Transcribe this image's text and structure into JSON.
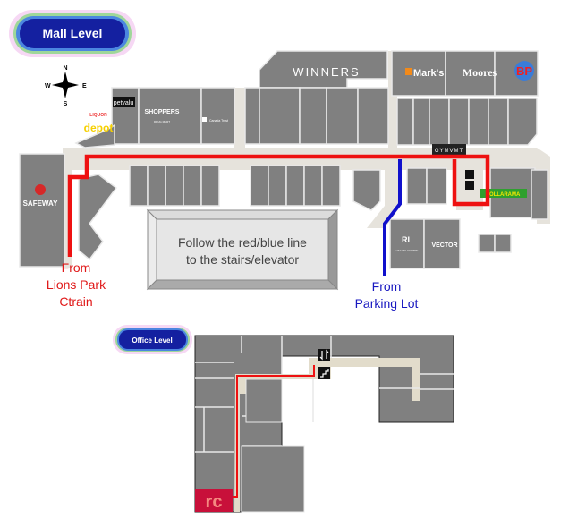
{
  "mall_level": {
    "title": "Mall Level",
    "compass": {
      "n": "N",
      "s": "S",
      "e": "E",
      "w": "W"
    },
    "stores": {
      "winners": "WINNERS",
      "marks": "Mark's",
      "moores": "Moores",
      "bp": "BP",
      "petvalu": "petvalu",
      "liquor_depot_top": "LIQUOR",
      "liquor_depot": "depot",
      "shoppers": "SHOPPERS",
      "shoppers_sub": "DRUG MART",
      "ontario_trust": "Canada Trust",
      "safeway": "SAFEWAY",
      "gymvmt": "GYMVMT",
      "dollarama": "DOLLARAMA",
      "rl": "RL",
      "rl_sub": "HEALTH CENTRE",
      "vector": "VECTOR"
    },
    "info_box": {
      "line1": "Follow the red/blue line",
      "line2": "to the stairs/elevator"
    },
    "red_route_label": {
      "line1": "From",
      "line2": "Lions Park",
      "line3": "Ctrain"
    },
    "blue_route_label": {
      "line1": "From",
      "line2": "Parking Lot"
    }
  },
  "office_level": {
    "title": "Office Level",
    "destination_logo": "rc"
  },
  "colors": {
    "red_route": "#ee1111",
    "blue_route": "#1010cc",
    "pill": "#1420a0",
    "store": "#808080"
  }
}
